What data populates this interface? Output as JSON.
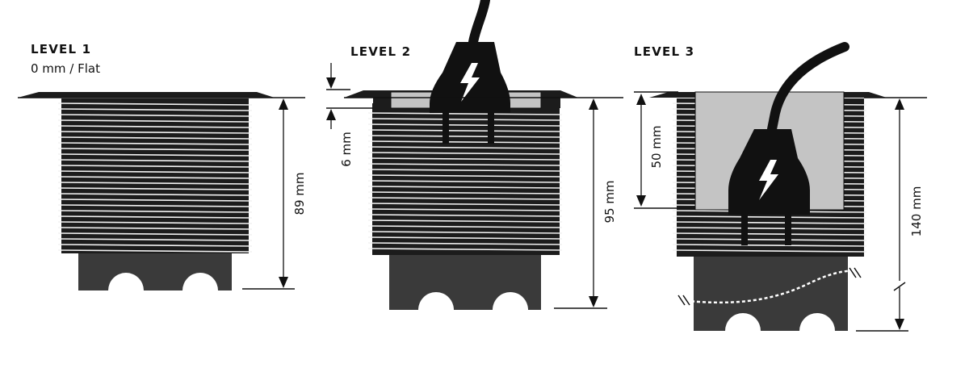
{
  "levels": [
    {
      "title": "LEVEL 1",
      "subtitle": "0 mm / Flat",
      "dimension": "89 mm"
    },
    {
      "title": "LEVEL 2",
      "dimension": "95 mm",
      "offset": "6 mm"
    },
    {
      "title": "LEVEL 3",
      "dimension": "140 mm",
      "recess": "50 mm"
    }
  ],
  "colors": {
    "body": "#1c1c1c",
    "fin_gap": "#f2f2f2",
    "base": "#3a3a3a",
    "recess": "#c4c4c4",
    "outline": "#111111"
  },
  "icons": {
    "plug": "power-plug-icon",
    "bolt": "lightning-bolt-icon"
  }
}
